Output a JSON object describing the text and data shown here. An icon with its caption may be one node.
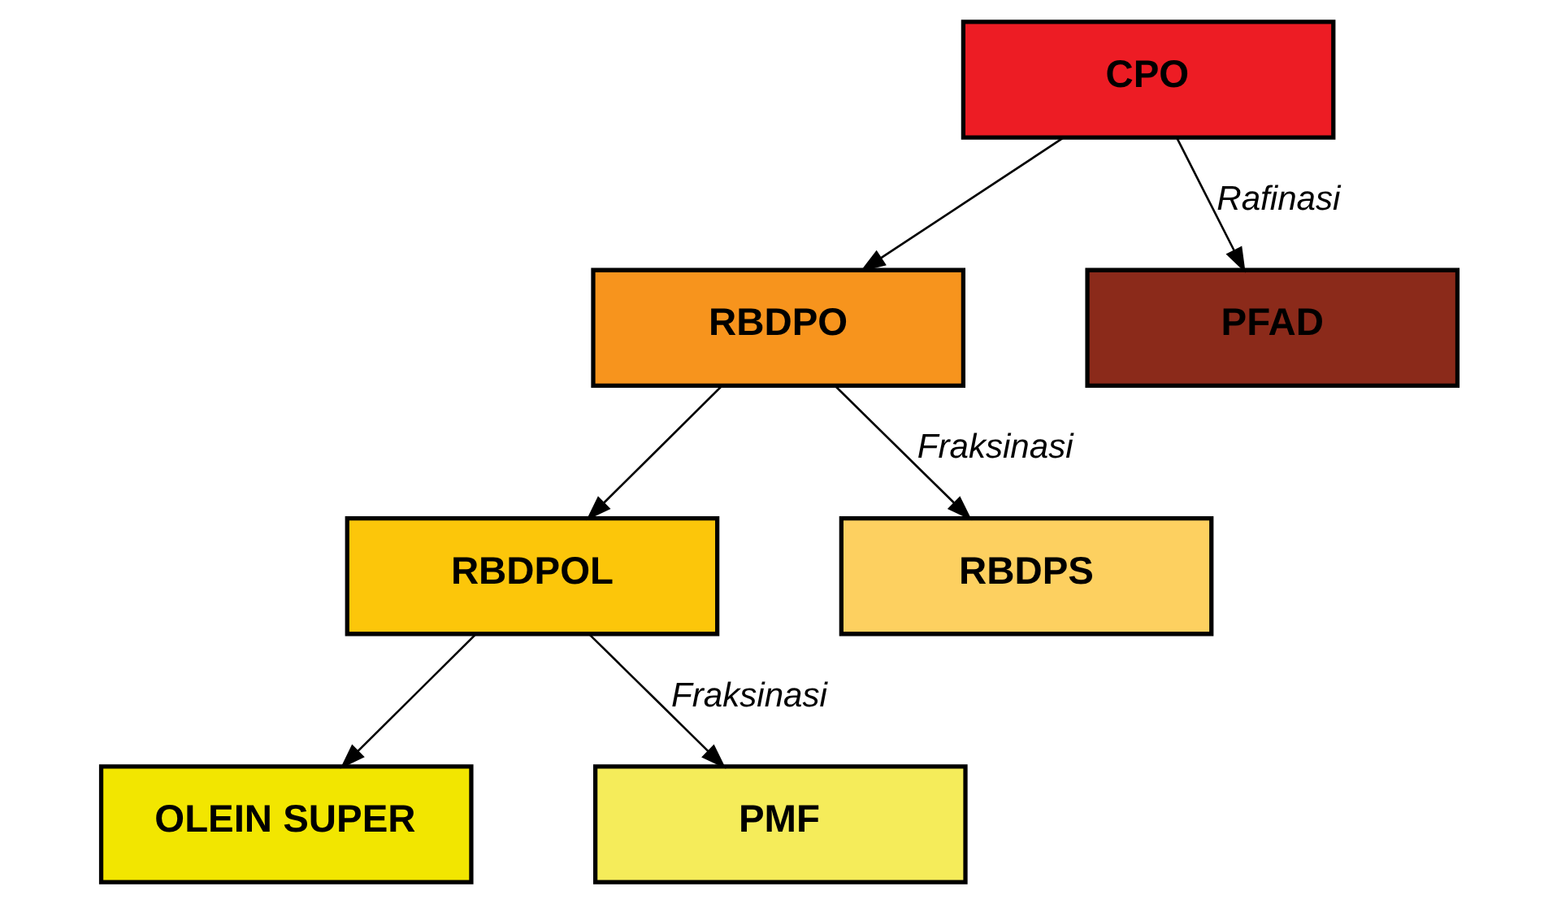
{
  "diagram": {
    "nodes": [
      {
        "text": [
          "CPO"
        ]
      },
      {
        "text": [
          "RBDPO"
        ]
      },
      {
        "text": [
          "PFAD"
        ]
      },
      {
        "text": [
          "RBDPOL"
        ]
      },
      {
        "text": [
          "RBDPS"
        ]
      },
      {
        "text": [
          "OLEIN SUPER"
        ]
      },
      {
        "text": [
          "PMF"
        ]
      }
    ],
    "edges": [
      {
        "from": 0,
        "to": 1,
        "arrow": "to"
      },
      {
        "from": 0,
        "to": 2,
        "arrow": "to",
        "label": "Rafinasi"
      },
      {
        "from": 1,
        "to": 3,
        "arrow": "to"
      },
      {
        "from": 1,
        "to": 4,
        "arrow": "to",
        "label": "Fraksinasi"
      },
      {
        "from": 3,
        "to": 5,
        "arrow": "to"
      },
      {
        "from": 3,
        "to": 6,
        "arrow": "to",
        "label": "Fraksinasi"
      }
    ]
  }
}
